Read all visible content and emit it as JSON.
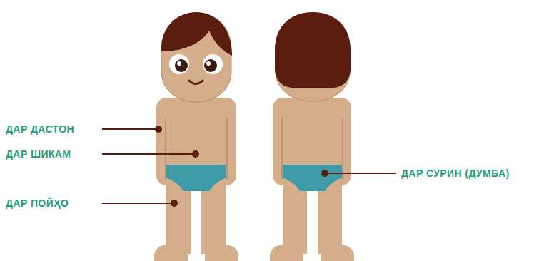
{
  "diagram": {
    "labels": [
      "ДАР ДАСТОН",
      "ДАР ШИКАМ",
      "ДАР ПОЙҲО",
      "ДАР СУРИН (ДУМБА)"
    ]
  }
}
